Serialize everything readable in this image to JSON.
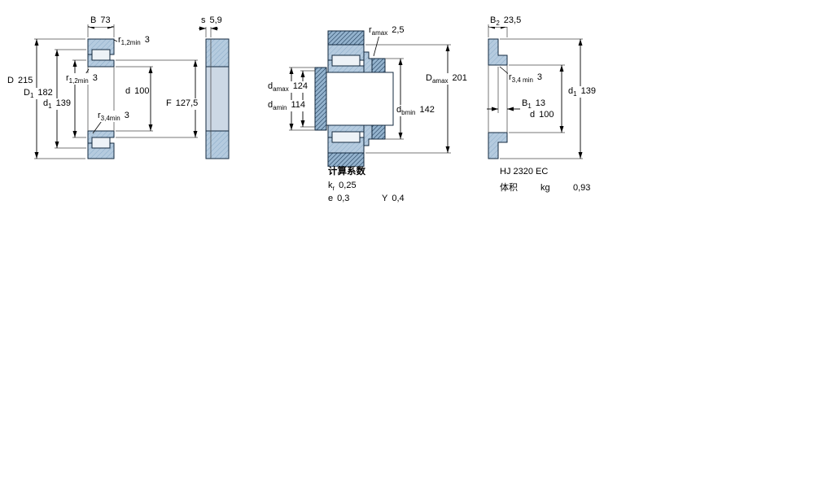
{
  "colors": {
    "ring-fill": "#b5cbdf",
    "ring-hatch": "#8aabc8",
    "dark-fill": "#94b3ce",
    "dark-hatch": "#24425f",
    "roller-fill": "#edf2f7",
    "side-mid-fill": "#ccd8e5",
    "outline": "#13293f"
  },
  "views": {
    "bearing_section": {
      "dims": {
        "B": {
          "base": "B",
          "sub": "",
          "value": "73"
        },
        "r12_outer": {
          "base": "r",
          "sub": "1,2min",
          "value": "3"
        },
        "r12_inner": {
          "base": "r",
          "sub": "1,2min",
          "value": "3"
        },
        "D": {
          "base": "D",
          "sub": "",
          "value": "215"
        },
        "D1": {
          "base": "D",
          "sub": "1",
          "value": "182"
        },
        "d1": {
          "base": "d",
          "sub": "1",
          "value": "139"
        },
        "d": {
          "base": "d",
          "sub": "",
          "value": "100"
        },
        "r34": {
          "base": "r",
          "sub": "3,4min",
          "value": "3"
        },
        "F": {
          "base": "F",
          "sub": "",
          "value": "127,5"
        }
      }
    },
    "side_view": {
      "dims": {
        "s": {
          "base": "s",
          "sub": "",
          "value": "5,9"
        }
      }
    },
    "mounting": {
      "dims": {
        "ra": {
          "base": "r",
          "sub": "amax",
          "value": "2,5"
        },
        "da_max": {
          "base": "d",
          "sub": "amax",
          "value": "124"
        },
        "da_min": {
          "base": "d",
          "sub": "amin",
          "value": "114"
        },
        "db_min": {
          "base": "d",
          "sub": "bmin",
          "value": "142"
        },
        "Da_max": {
          "base": "D",
          "sub": "amax",
          "value": "201"
        }
      }
    },
    "hj_ring": {
      "dims": {
        "B2": {
          "base": "B",
          "sub": "2",
          "value": "23,5"
        },
        "r34": {
          "base": "r",
          "sub": "3,4 min",
          "value": "3"
        },
        "d1": {
          "base": "d",
          "sub": "1",
          "value": "139"
        },
        "B1": {
          "base": "B",
          "sub": "1",
          "value": "13"
        },
        "d": {
          "base": "d",
          "sub": "",
          "value": "100"
        }
      }
    }
  },
  "calculation_factors": {
    "heading": "计算系数",
    "kr": {
      "base": "k",
      "sub": "r",
      "value": "0,25"
    },
    "e": {
      "base": "e",
      "sub": "",
      "value": "0,3"
    },
    "Y": {
      "base": "Y",
      "sub": "",
      "value": "0,4"
    }
  },
  "product": {
    "designation": "HJ 2320 EC",
    "mass_label": "体积",
    "mass_unit": "kg",
    "mass_value": "0,93"
  }
}
